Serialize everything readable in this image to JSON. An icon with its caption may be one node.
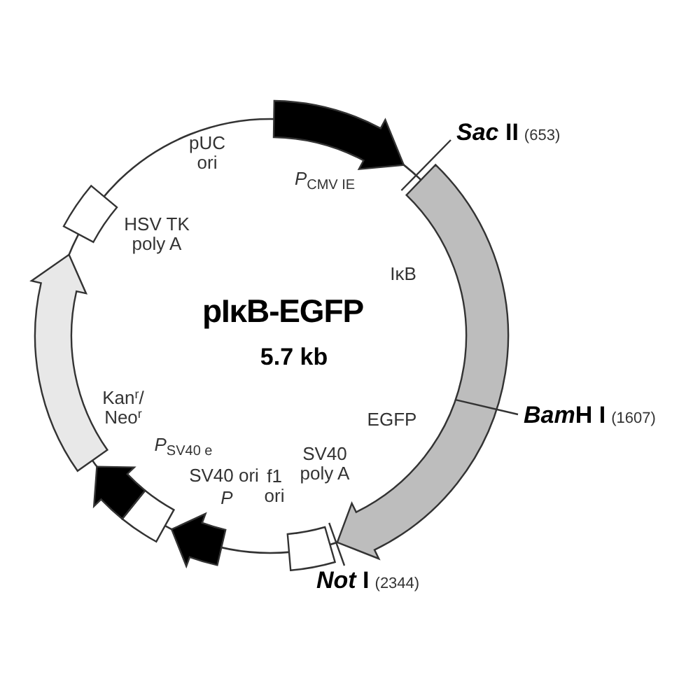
{
  "diagram": {
    "title": "pIκB-EGFP",
    "nodes": [
      {
        "text": [
          "*Sac* II",
          "(653)"
        ]
      },
      {
        "text": [
          "*Bam*",
          "H I",
          "(1607)"
        ]
      },
      {
        "text": [
          "*Not* I",
          "(2344)"
        ]
      }
    ],
    "edges": [
      {
        "from": 0,
        "to": null,
        "arrow": "none"
      },
      {
        "from": 1,
        "to": null,
        "arrow": "none"
      },
      {
        "from": 2,
        "to": null,
        "arrow": "none"
      }
    ],
    "labels": [
      "pUC ori",
      "*P*$_{CMV IE}$",
      "IκB",
      "HSV TK poly A",
      "5.7 kb",
      "Kan$^{r}$/ Neo$^{r}$",
      "EGFP",
      "*P*$_{SV40 e}$",
      "SV40 poly A",
      "SV40 ori",
      "f1 ori",
      "*P*"
    ]
  }
}
